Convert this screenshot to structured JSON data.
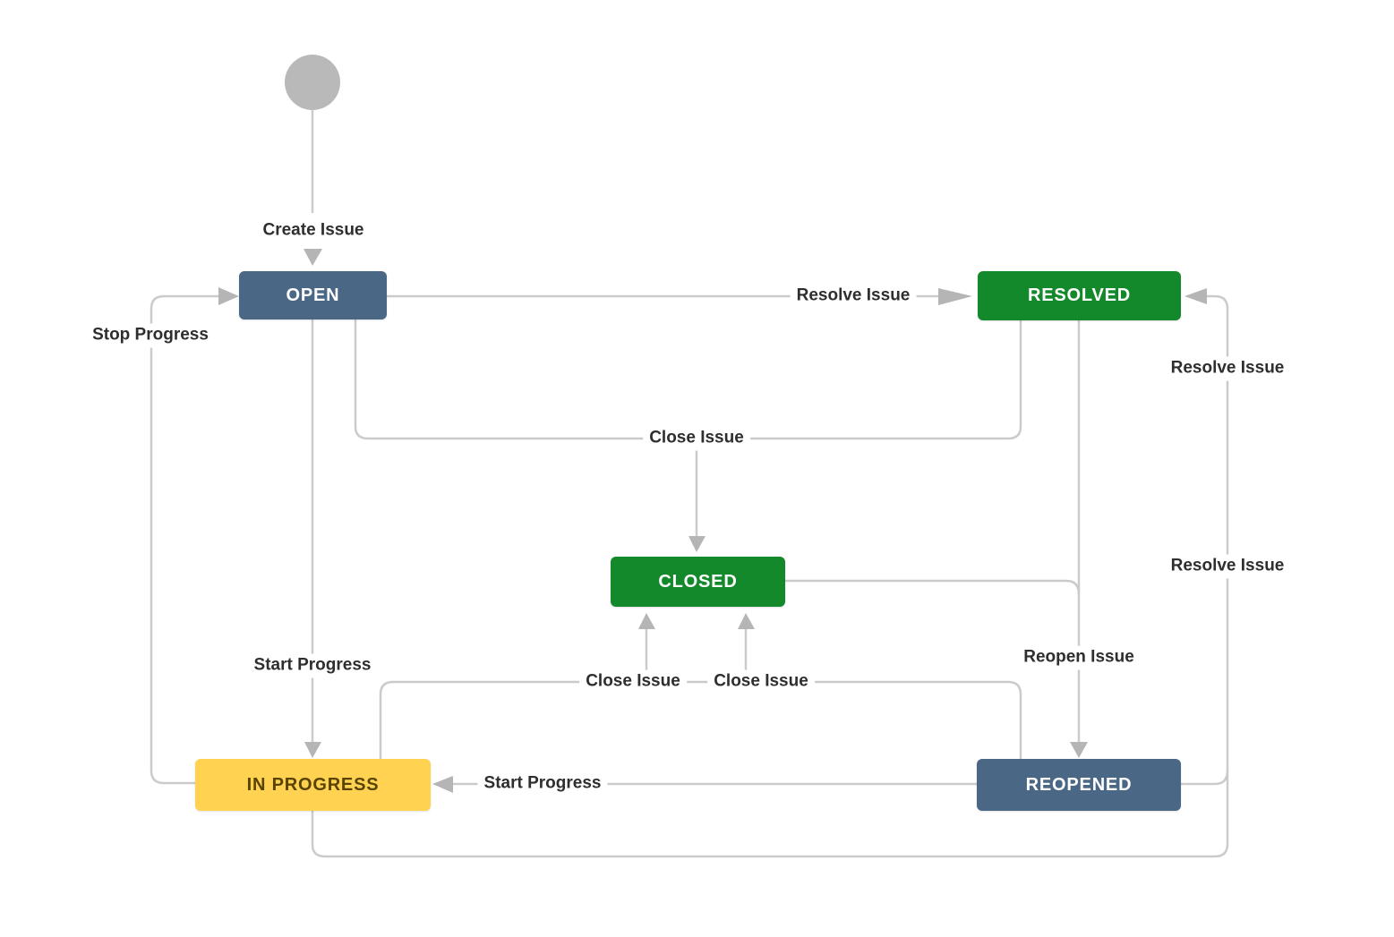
{
  "diagram": {
    "type": "workflow-state-diagram",
    "description_visible_only": "Issue workflow states and transitions"
  },
  "colors": {
    "background": "#FFFFFF",
    "node_blue_gray": "#4A6785",
    "node_green": "#14892C",
    "node_yellow": "#FFD351",
    "node_yellow_text": "#594300",
    "node_white_text": "#FFFFFF",
    "edge_line": "#CBCBCB",
    "arrowhead": "#B5B5B5",
    "label_text": "#2E2E2E",
    "start_circle": "#B9B9B9"
  },
  "start_node": {
    "shape": "circle",
    "color": "#B9B9B9"
  },
  "nodes": {
    "open": {
      "label": "OPEN",
      "color": "#4A6785",
      "text_color": "#FFFFFF"
    },
    "resolved": {
      "label": "RESOLVED",
      "color": "#14892C",
      "text_color": "#FFFFFF"
    },
    "closed": {
      "label": "CLOSED",
      "color": "#14892C",
      "text_color": "#FFFFFF"
    },
    "in_progress": {
      "label": "IN PROGRESS",
      "color": "#FFD351",
      "text_color": "#594300"
    },
    "reopened": {
      "label": "REOPENED",
      "color": "#4A6785",
      "text_color": "#FFFFFF"
    }
  },
  "transitions": {
    "create_issue": {
      "label": "Create Issue",
      "from": "start",
      "to": "open"
    },
    "resolve_from_open": {
      "label": "Resolve Issue",
      "from": "open",
      "to": "resolved"
    },
    "stop_progress": {
      "label": "Stop Progress",
      "from": "in_progress",
      "to": "open"
    },
    "close_from_open_resolved": {
      "label": "Close Issue",
      "from": "open / resolved",
      "to": "closed"
    },
    "start_progress_from_open": {
      "label": "Start Progress",
      "from": "open",
      "to": "in_progress"
    },
    "resolve_right_upper": {
      "label": "Resolve Issue",
      "from": "reopened / in_progress",
      "to": "resolved"
    },
    "resolve_right_lower": {
      "label": "Resolve Issue",
      "from": "reopened / in_progress",
      "to": "resolved"
    },
    "reopen_issue": {
      "label": "Reopen Issue",
      "from": "resolved / closed",
      "to": "reopened"
    },
    "close_from_in_progress": {
      "label": "Close Issue",
      "from": "in_progress",
      "to": "closed"
    },
    "close_from_reopened": {
      "label": "Close Issue",
      "from": "reopened",
      "to": "closed"
    },
    "start_from_reopened": {
      "label": "Start Progress",
      "from": "reopened",
      "to": "in_progress"
    }
  }
}
